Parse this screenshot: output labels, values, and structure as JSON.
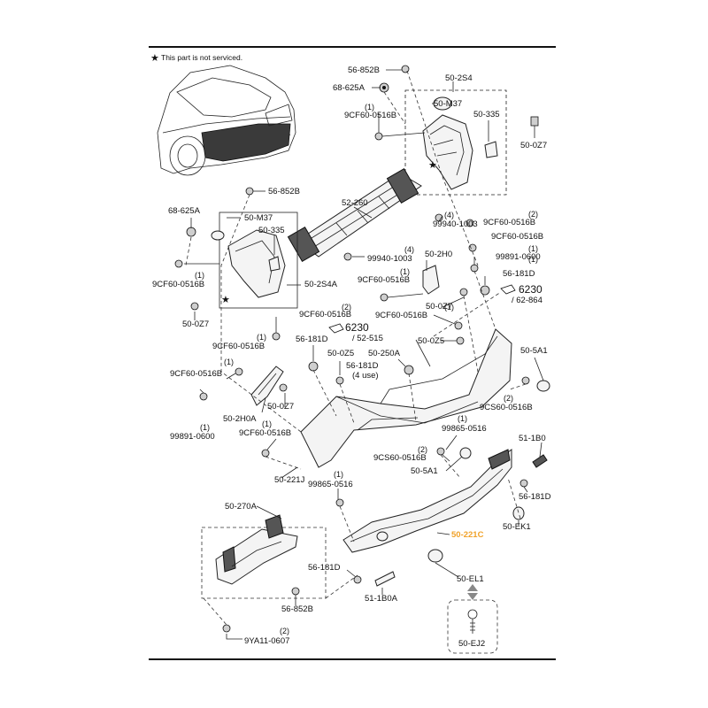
{
  "note": {
    "star": "★",
    "text": "This part is not serviced."
  },
  "highlight_color": "#f0a22a",
  "labels": [
    {
      "id": "l01",
      "text": "56-852B"
    },
    {
      "id": "l02",
      "text": "68-625A"
    },
    {
      "id": "l03",
      "text": "50-2S4"
    },
    {
      "id": "l04",
      "text": "50-M37"
    },
    {
      "id": "l05",
      "text": "(1)"
    },
    {
      "id": "l06",
      "text": "9CF60-0516B"
    },
    {
      "id": "l07",
      "text": "50-335"
    },
    {
      "id": "l08",
      "text": "50-0Z7"
    },
    {
      "id": "l09",
      "text": "56-852B"
    },
    {
      "id": "l10",
      "text": "52-260"
    },
    {
      "id": "l11",
      "text": "68-625A"
    },
    {
      "id": "l12",
      "text": "50-M37"
    },
    {
      "id": "l13",
      "text": "50-335"
    },
    {
      "id": "l14",
      "text": "(4)"
    },
    {
      "id": "l15",
      "text": "99940-1003"
    },
    {
      "id": "l16",
      "text": "(2)"
    },
    {
      "id": "l17",
      "text": "9CF60-0516B"
    },
    {
      "id": "l18",
      "text": "9CF60-0516B"
    },
    {
      "id": "l19",
      "text": "(1)"
    },
    {
      "id": "l20",
      "text": "(4)"
    },
    {
      "id": "l21",
      "text": "99940-1003"
    },
    {
      "id": "l22",
      "text": "50-2H0"
    },
    {
      "id": "l23",
      "text": "(1)"
    },
    {
      "id": "l24",
      "text": "99891-0600"
    },
    {
      "id": "l25",
      "text": "(1)"
    },
    {
      "id": "l26",
      "text": "9CF60-0516B"
    },
    {
      "id": "l27",
      "text": "(1)"
    },
    {
      "id": "l28",
      "text": "9CF60-0516B"
    },
    {
      "id": "l29",
      "text": "56-181D"
    },
    {
      "id": "l30",
      "text": "6230"
    },
    {
      "id": "l31",
      "text": "/ 62-864"
    },
    {
      "id": "l32",
      "text": "50-2S4A"
    },
    {
      "id": "l33",
      "text": "50-0Z7"
    },
    {
      "id": "l34",
      "text": "50-0Z7"
    },
    {
      "id": "l35",
      "text": "(2)"
    },
    {
      "id": "l36",
      "text": "9CF60-0516B"
    },
    {
      "id": "l37",
      "text": "(1)"
    },
    {
      "id": "l38",
      "text": "9CF60-0516B"
    },
    {
      "id": "l39",
      "text": "6230"
    },
    {
      "id": "l40",
      "text": "/ 52-515"
    },
    {
      "id": "l41",
      "text": "50-0Z5"
    },
    {
      "id": "l42",
      "text": "(1)"
    },
    {
      "id": "l43",
      "text": "9CF60-0516B"
    },
    {
      "id": "l44",
      "text": "56-181D"
    },
    {
      "id": "l45",
      "text": "50-0Z5"
    },
    {
      "id": "l46",
      "text": "50-250A"
    },
    {
      "id": "l47",
      "text": "50-5A1"
    },
    {
      "id": "l48",
      "text": "(1)"
    },
    {
      "id": "l49",
      "text": "9CF60-0516B"
    },
    {
      "id": "l50",
      "text": "56-181D"
    },
    {
      "id": "l51",
      "text": "(4 use)"
    },
    {
      "id": "l52",
      "text": "(2)"
    },
    {
      "id": "l53",
      "text": "9CS60-0516B"
    },
    {
      "id": "l54",
      "text": "50-2H0A"
    },
    {
      "id": "l55",
      "text": "50-0Z7"
    },
    {
      "id": "l56",
      "text": "(1)"
    },
    {
      "id": "l57",
      "text": "99891-0600"
    },
    {
      "id": "l58",
      "text": "(1)"
    },
    {
      "id": "l59",
      "text": "9CF60-0516B"
    },
    {
      "id": "l60",
      "text": "(1)"
    },
    {
      "id": "l61",
      "text": "99865-0516"
    },
    {
      "id": "l62",
      "text": "51-1B0"
    },
    {
      "id": "l63",
      "text": "(2)"
    },
    {
      "id": "l64",
      "text": "9CS60-0516B"
    },
    {
      "id": "l65",
      "text": "50-5A1"
    },
    {
      "id": "l66",
      "text": "50-221J"
    },
    {
      "id": "l67",
      "text": "(1)"
    },
    {
      "id": "l68",
      "text": "99865-0516"
    },
    {
      "id": "l69",
      "text": "56-181D"
    },
    {
      "id": "l70",
      "text": "50-270A"
    },
    {
      "id": "l71",
      "text": "50-221C"
    },
    {
      "id": "l72",
      "text": "50-EK1"
    },
    {
      "id": "l73",
      "text": "56-181D"
    },
    {
      "id": "l74",
      "text": "50-EL1"
    },
    {
      "id": "l75",
      "text": "56-852B"
    },
    {
      "id": "l76",
      "text": "51-1B0A"
    },
    {
      "id": "l77",
      "text": "(2)"
    },
    {
      "id": "l78",
      "text": "9YA11-0607"
    },
    {
      "id": "l79",
      "text": "50-EJ2"
    }
  ]
}
